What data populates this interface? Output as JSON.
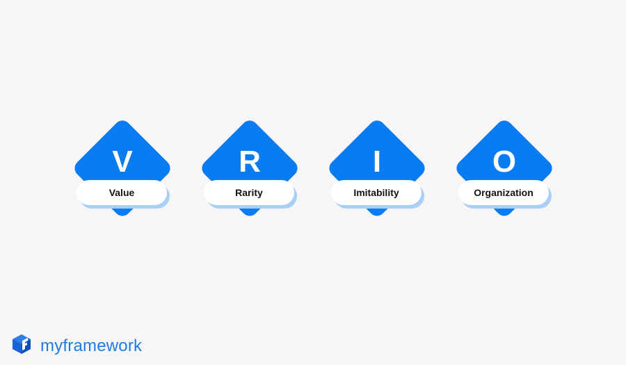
{
  "diagram": {
    "title": "VRIO",
    "items": [
      {
        "letter": "V",
        "label": "Value"
      },
      {
        "letter": "R",
        "label": "Rarity"
      },
      {
        "letter": "I",
        "label": "Imitability"
      },
      {
        "letter": "O",
        "label": "Organization"
      }
    ]
  },
  "brand": {
    "name": "myframework",
    "icon": "cube-logo-icon"
  },
  "colors": {
    "background": "#f6f6f7",
    "accent": "#0a7cf2",
    "pill": "#ffffff",
    "pill_shadow": "#a9cff7",
    "brand_text": "#1e7be6"
  }
}
